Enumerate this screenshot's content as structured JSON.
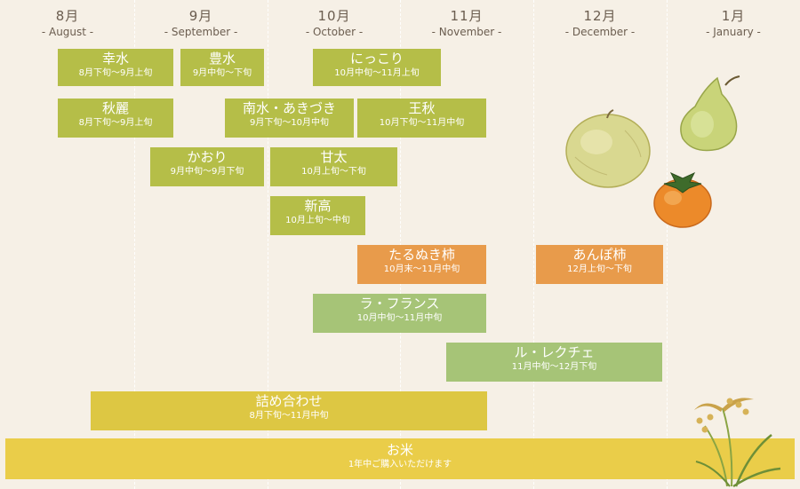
{
  "months": [
    {
      "jp": "8月",
      "en": "- August -"
    },
    {
      "jp": "9月",
      "en": "- September -"
    },
    {
      "jp": "10月",
      "en": "- October -"
    },
    {
      "jp": "11月",
      "en": "- November -"
    },
    {
      "jp": "12月",
      "en": "- December -"
    },
    {
      "jp": "1月",
      "en": "- January -"
    }
  ],
  "bars": {
    "kosui": {
      "name": "幸水",
      "period": "8月下旬～9月上旬"
    },
    "hosui": {
      "name": "豊水",
      "period": "9月中旬～下旬"
    },
    "nikkori": {
      "name": "にっこり",
      "period": "10月中旬～11月上旬"
    },
    "shurei": {
      "name": "秋麗",
      "period": "8月下旬～9月上旬"
    },
    "nansui": {
      "name": "南水・あきづき",
      "period": "9月下旬～10月中旬"
    },
    "oshu": {
      "name": "王秋",
      "period": "10月下旬～11月中旬"
    },
    "kaori": {
      "name": "かおり",
      "period": "9月中旬～9月下旬"
    },
    "amata": {
      "name": "甘太",
      "period": "10月上旬～下旬"
    },
    "niitaka": {
      "name": "新高",
      "period": "10月上旬～中旬"
    },
    "tarunuki": {
      "name": "たるぬき柿",
      "period": "10月末～11月中旬"
    },
    "anpo": {
      "name": "あんぽ柿",
      "period": "12月上旬～下旬"
    },
    "lafrance": {
      "name": "ラ・フランス",
      "period": "10月中旬～11月中旬"
    },
    "lelectier": {
      "name": "ル・レクチェ",
      "period": "11月中旬～12月下旬"
    },
    "tsumeawase": {
      "name": "詰め合わせ",
      "period": "8月下旬～11月中旬"
    },
    "rice": {
      "name": "お米",
      "period": "1年中ご購入いただけます"
    }
  },
  "colors": {
    "pear": "#b5be48",
    "persimmon": "#e89b4b",
    "la_france": "#a6c477",
    "assortment": "#ddc743",
    "rice": "#eacd49",
    "background": "#f6f0e6"
  },
  "icons": [
    "japanese-pear-icon",
    "western-pear-icon",
    "persimmon-icon",
    "rice-plant-icon"
  ]
}
